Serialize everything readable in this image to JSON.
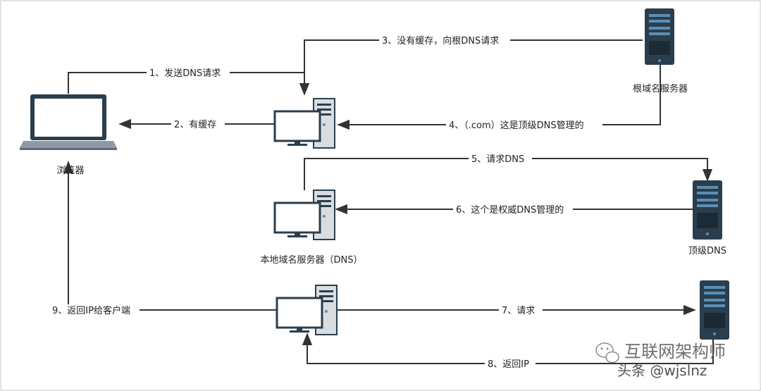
{
  "nodes": {
    "browser": "浏览器",
    "local_dns": "本地域名服务器（DNS）",
    "root_server": "根域名服务器",
    "tld_dns": "顶级DNS"
  },
  "steps": [
    "1、发送DNS请求",
    "2、有缓存",
    "3、没有缓存，向根DNS请求",
    "4、（.com）这是顶级DNS管理的",
    "5、请求DNS",
    "6、这个是权威DNS管理的",
    "7、请求",
    "8、返回IP",
    "9、返回IP给客户端"
  ],
  "watermark": {
    "brand": "互联网架构师",
    "handle": "头条 @wjslnz"
  },
  "colors": {
    "line": "#333333",
    "server_dark": "#2b3e4d",
    "server_accent": "#5b8fb5",
    "border": "#c8c8c8"
  }
}
